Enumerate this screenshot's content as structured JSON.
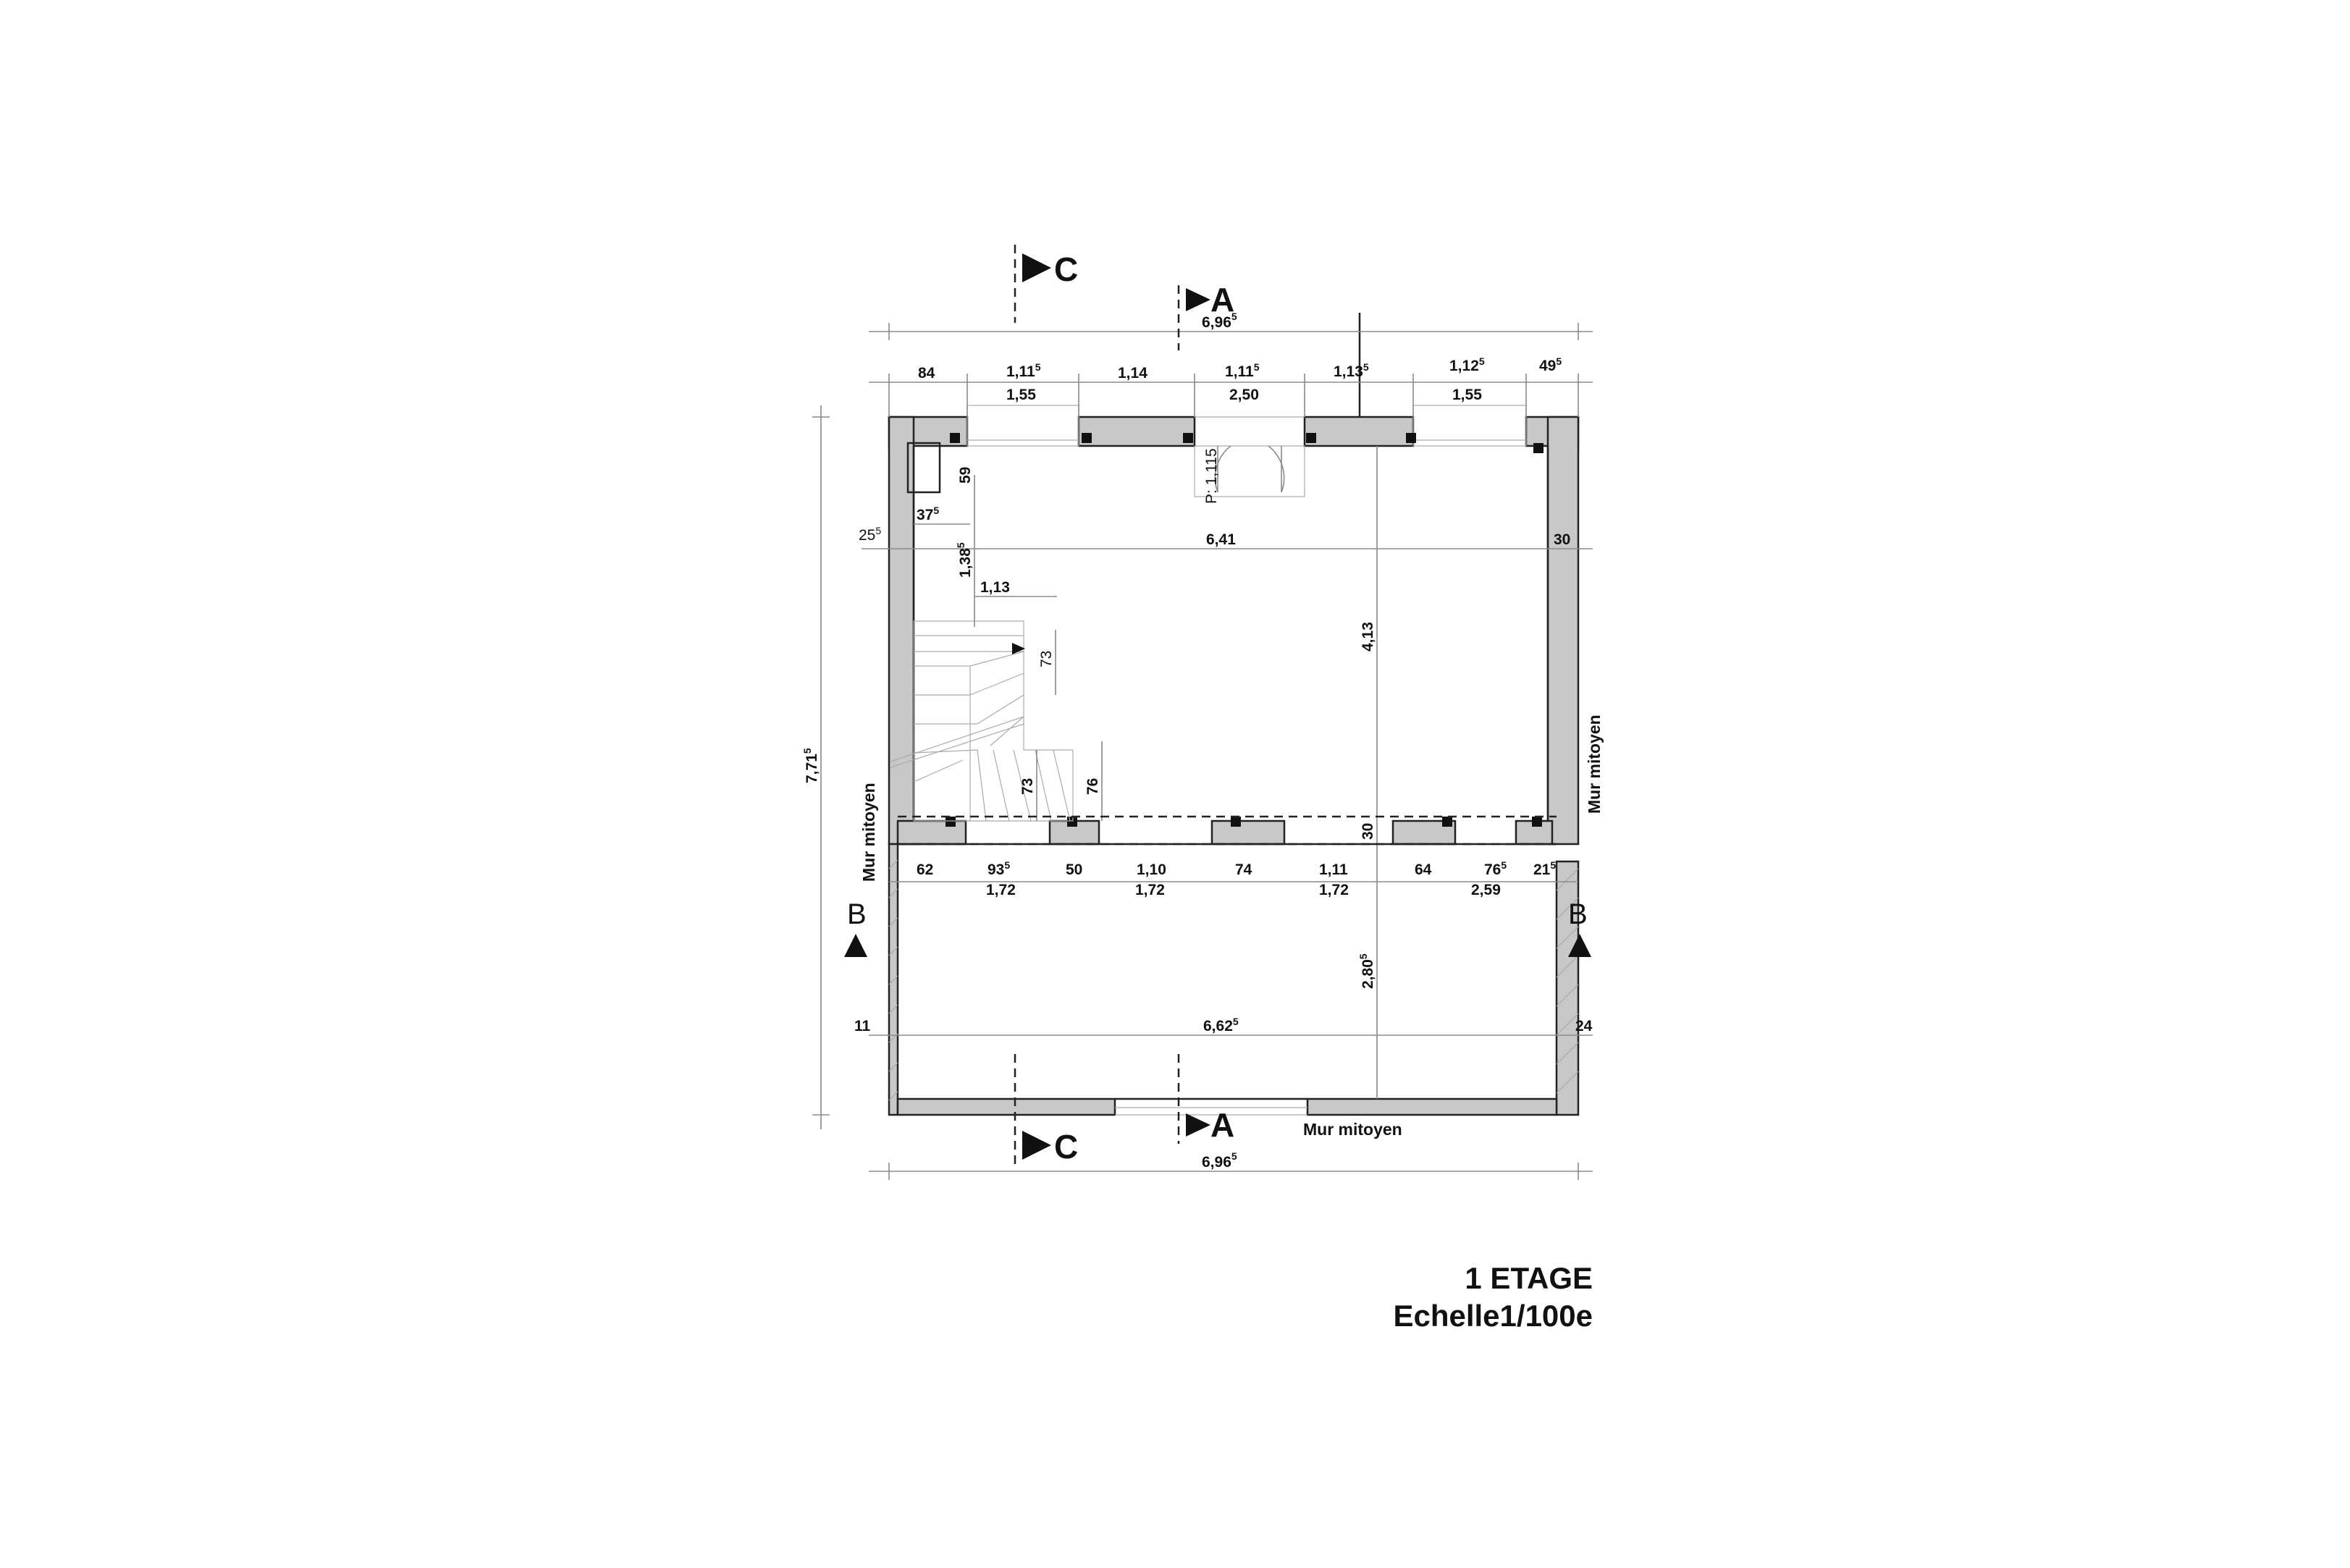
{
  "plan": {
    "title": "1 ETAGE",
    "scale": "Echelle1/100e",
    "section_labels": {
      "a": "A",
      "b": "B",
      "c": "C"
    },
    "wall_labels": {
      "left": "Mur mitoyen",
      "right": "Mur mitoyen",
      "bottom": "Mur mitoyen"
    },
    "door_label": "P: 1,115",
    "dimensions": {
      "total_width_top": [
        "6,96",
        "5"
      ],
      "total_width_bottom": [
        "6,96",
        "5"
      ],
      "total_height": [
        "7,71",
        "5"
      ],
      "top_segments": [
        [
          "84",
          ""
        ],
        [
          "1,11",
          "5"
        ],
        [
          "1,14",
          ""
        ],
        [
          "1,11",
          "5"
        ],
        [
          "1,13",
          "5"
        ],
        [
          "1,12",
          "5"
        ],
        [
          "49",
          "5"
        ]
      ],
      "top_openings": [
        "1,55",
        "2,50",
        "1,55"
      ],
      "left_offset": [
        "25",
        "5"
      ],
      "stair_a": [
        "37",
        "5"
      ],
      "stair_b": [
        "1,38",
        "5"
      ],
      "stair_c": "1,13",
      "stair_d": "73",
      "stair_e": "73",
      "stair_f": "76",
      "dim_59": "59",
      "room_width": "6,41",
      "room_depth": "4,13",
      "right_wall_a": "30",
      "beam": "30",
      "lower_segments": [
        [
          "62",
          ""
        ],
        [
          "93",
          "5"
        ],
        [
          "50",
          ""
        ],
        [
          "1,10",
          ""
        ],
        [
          "74",
          ""
        ],
        [
          "1,11",
          ""
        ],
        [
          "64",
          ""
        ],
        [
          "76",
          "5"
        ],
        [
          "21",
          "5"
        ]
      ],
      "lower_openings": [
        "1,72",
        "1,72",
        "1,72",
        "2,59"
      ],
      "terrace_depth": [
        "2,80",
        "5"
      ],
      "terrace_width": [
        "6,62",
        "5"
      ],
      "left_wall_b": "11",
      "right_wall_b": "24"
    }
  }
}
